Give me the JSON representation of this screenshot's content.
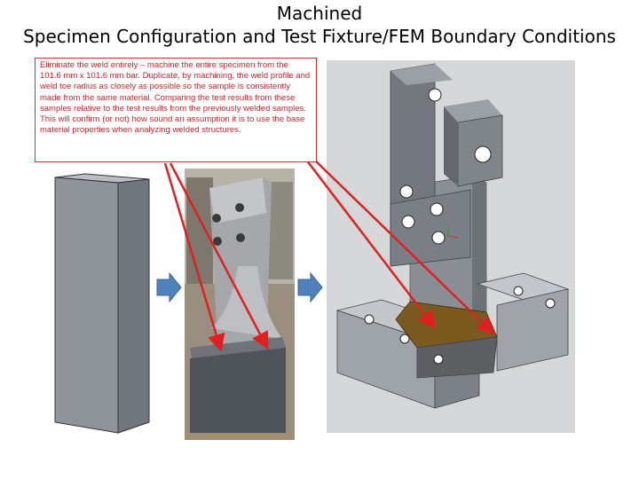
{
  "slide": {
    "title_line1": "Machined",
    "title_line2": "Specimen Configuration and Test Fixture/FEM Boundary Conditions"
  },
  "callout": {
    "text": "Eliminate the weld entirely – machine the entire specimen from the 101.6 mm x 101.6 mm bar.  Duplicate, by machining, the weld profile and weld toe radius as closely as possible so the sample is consistently made from the same material.  Comparing the test results from these samples relative to the test results from the previously welded samples.  This will confirm (or not) how sound an assumption it is to use the base material properties when analyzing welded structures.",
    "border_color": "#d42a2a",
    "text_color": "#c8262e"
  },
  "colors": {
    "arrow_red": "#e02020",
    "flow_arrow_blue": "#4f81bd"
  },
  "figures": {
    "bar_block": "gray-bar-stock-3d",
    "photo": "machined-specimen-photo",
    "fixture": "test-fixture-fem-model"
  }
}
